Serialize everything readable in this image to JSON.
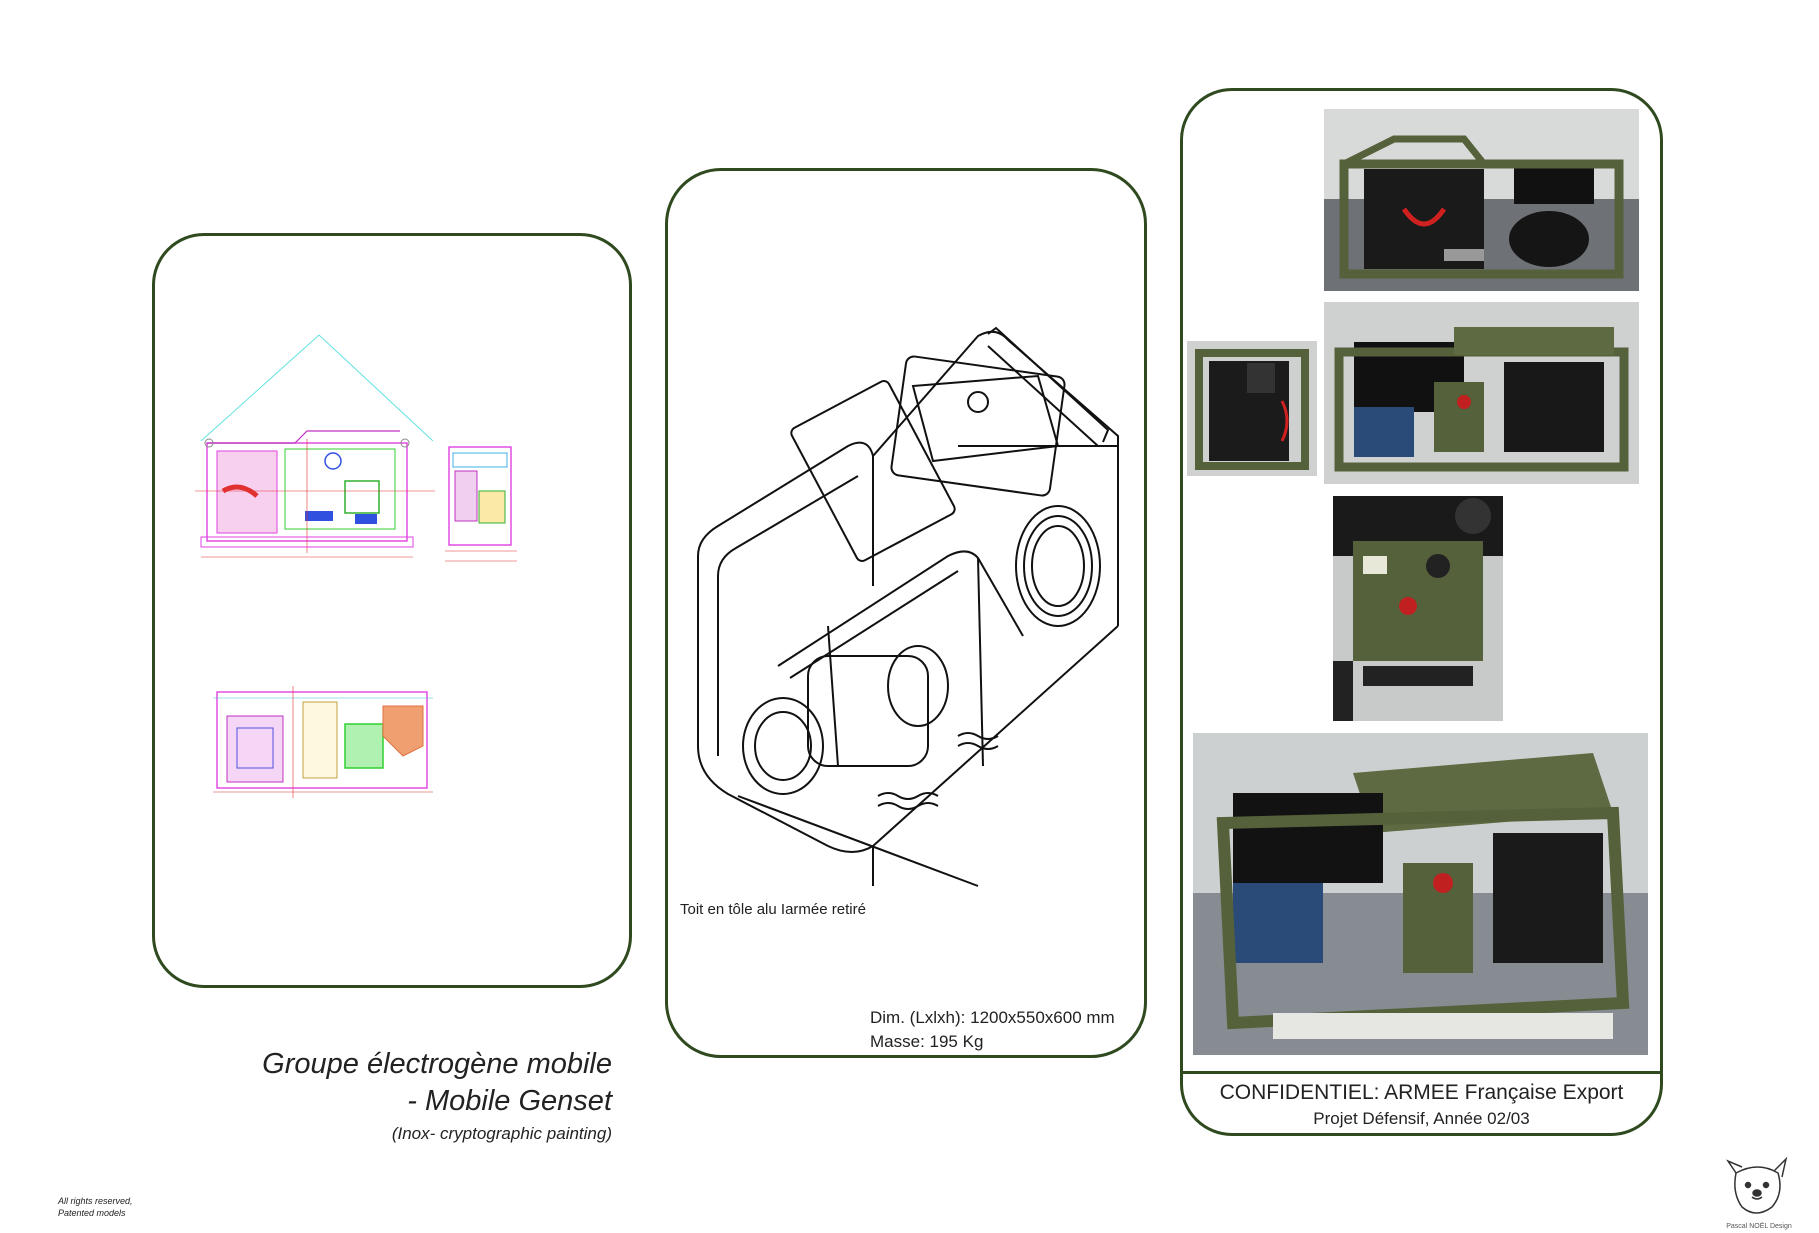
{
  "title": {
    "line1": "Groupe électrogène mobile",
    "line2": "- Mobile Genset",
    "line3": "(Inox- cryptographic painting)"
  },
  "middle_panel": {
    "caption": "Toit en tôle alu Iarmée retiré",
    "dimensions": "Dim. (Lxlxh): 1200x550x600 mm",
    "mass": "Masse: 195 Kg"
  },
  "right_panel": {
    "confidential": "CONFIDENTIEL: ARMEE Française  Export",
    "project": "Projet Défensif, Année 02/03"
  },
  "footer": {
    "rights_line1": "All rights reserved,",
    "rights_line2": "Patented models",
    "logo_text": "Pascal NOËL Design"
  },
  "colors": {
    "panel_border": "#2f4a1f",
    "frame_green": "#55613a",
    "cad_magenta": "#e040e0",
    "cad_cyan": "#40d0e0",
    "cad_green": "#30d030",
    "cad_red": "#e03030"
  },
  "icons": {
    "logo": "dog-head-logo"
  }
}
